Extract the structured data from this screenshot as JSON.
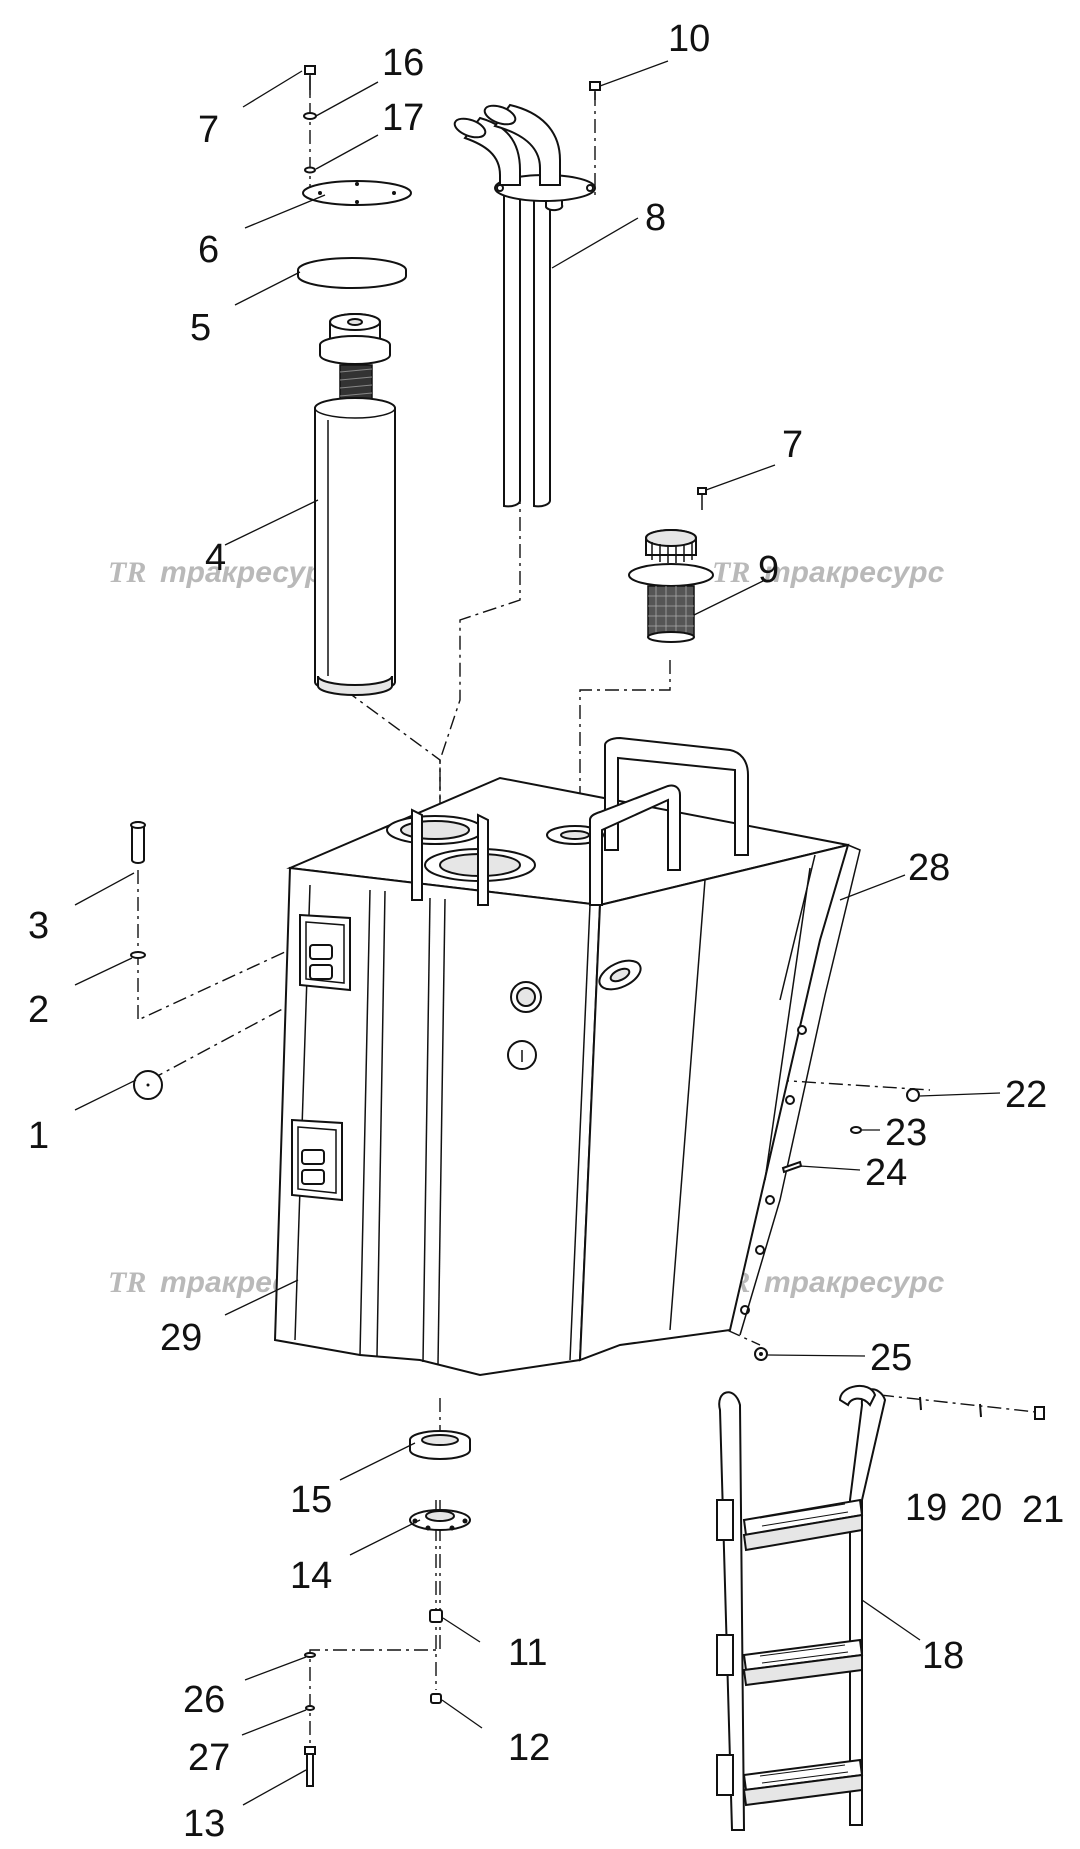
{
  "watermark": {
    "logo": "TR",
    "text": "тракресурс"
  },
  "callouts": [
    {
      "id": "c1",
      "label": "1"
    },
    {
      "id": "c2",
      "label": "2"
    },
    {
      "id": "c3",
      "label": "3"
    },
    {
      "id": "c4",
      "label": "4"
    },
    {
      "id": "c5",
      "label": "5"
    },
    {
      "id": "c6",
      "label": "6"
    },
    {
      "id": "c7a",
      "label": "7"
    },
    {
      "id": "c7b",
      "label": "7"
    },
    {
      "id": "c8",
      "label": "8"
    },
    {
      "id": "c9",
      "label": "9"
    },
    {
      "id": "c10",
      "label": "10"
    },
    {
      "id": "c11",
      "label": "11"
    },
    {
      "id": "c12",
      "label": "12"
    },
    {
      "id": "c13",
      "label": "13"
    },
    {
      "id": "c14",
      "label": "14"
    },
    {
      "id": "c15",
      "label": "15"
    },
    {
      "id": "c16",
      "label": "16"
    },
    {
      "id": "c17",
      "label": "17"
    },
    {
      "id": "c18",
      "label": "18"
    },
    {
      "id": "c19",
      "label": "19"
    },
    {
      "id": "c20",
      "label": "20"
    },
    {
      "id": "c21",
      "label": "21"
    },
    {
      "id": "c22",
      "label": "22"
    },
    {
      "id": "c23",
      "label": "23"
    },
    {
      "id": "c24",
      "label": "24"
    },
    {
      "id": "c25",
      "label": "25"
    },
    {
      "id": "c26",
      "label": "26"
    },
    {
      "id": "c27",
      "label": "27"
    },
    {
      "id": "c28",
      "label": "28"
    },
    {
      "id": "c29",
      "label": "29"
    }
  ]
}
